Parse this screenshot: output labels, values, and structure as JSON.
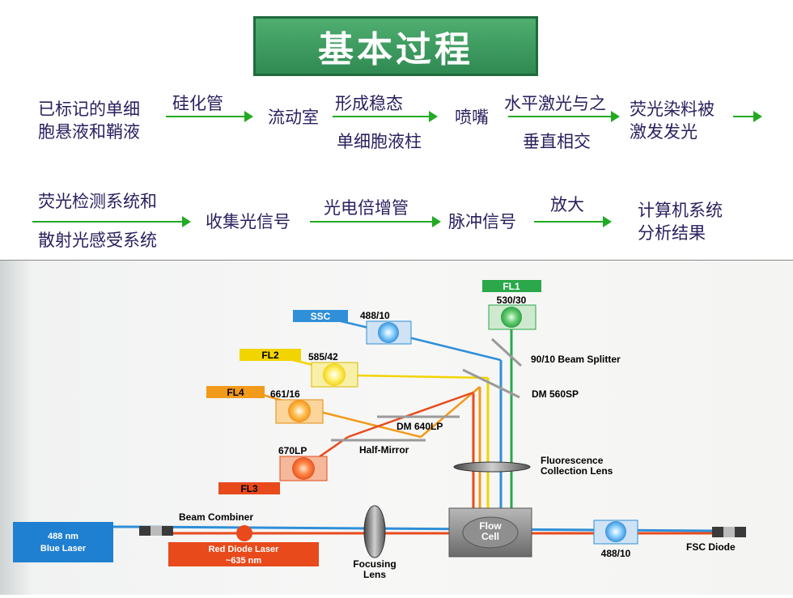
{
  "title": "基本过程",
  "flow": {
    "row1": {
      "step1_line1": "已标记的单细",
      "step1_line2": "胞悬液和鞘液",
      "arrow1": "硅化管",
      "step2": "流动室",
      "arrow2_top": "形成稳态",
      "arrow2_bottom": "单细胞液柱",
      "step3": "喷嘴",
      "arrow3_top": "水平激光与之",
      "arrow3_bottom": "垂直相交",
      "step4_line1": "荧光染料被",
      "step4_line2": "激发发光"
    },
    "row2": {
      "step5_line1": "荧光检测系统和",
      "step5_line2": "散射光感受系统",
      "step6": "收集光信号",
      "arrow6": "光电倍增管",
      "step7": "脉冲信号",
      "arrow7": "放大",
      "step8_line1": "计算机系统",
      "step8_line2": "分析结果"
    }
  },
  "diagram": {
    "fl1": "FL1",
    "fl1_filter": "530/30",
    "ssc": "SSC",
    "ssc_filter": "488/10",
    "fl2": "FL2",
    "fl2_filter": "585/42",
    "fl4": "FL4",
    "fl4_filter": "661/16",
    "fl3": "FL3",
    "fl3_filter": "670LP",
    "beam_splitter": "90/10 Beam Splitter",
    "dm560": "DM 560SP",
    "dm640": "DM 640LP",
    "half_mirror": "Half-Mirror",
    "fluor_lens_1": "Fluorescence",
    "fluor_lens_2": "Collection Lens",
    "beam_combiner": "Beam Combiner",
    "blue_laser_1": "488  nm",
    "blue_laser_2": "Blue Laser",
    "red_laser_1": "Red Diode Laser",
    "red_laser_2": "~635  nm",
    "focusing_1": "Focusing",
    "focusing_2": "Lens",
    "flow_cell_1": "Flow",
    "flow_cell_2": "Cell",
    "fsc_filter": "488/10",
    "fsc_diode": "FSC Diode"
  },
  "colors": {
    "title_green": "#3a9a5e",
    "text_navy": "#2b1f5e",
    "arrow_green": "#22aa22",
    "blue_beam": "#2f8fd8",
    "red_beam": "#e84a1c",
    "yellow_beam": "#f2d400",
    "orange_beam": "#f29a1a",
    "green_beam": "#2aa84a"
  }
}
